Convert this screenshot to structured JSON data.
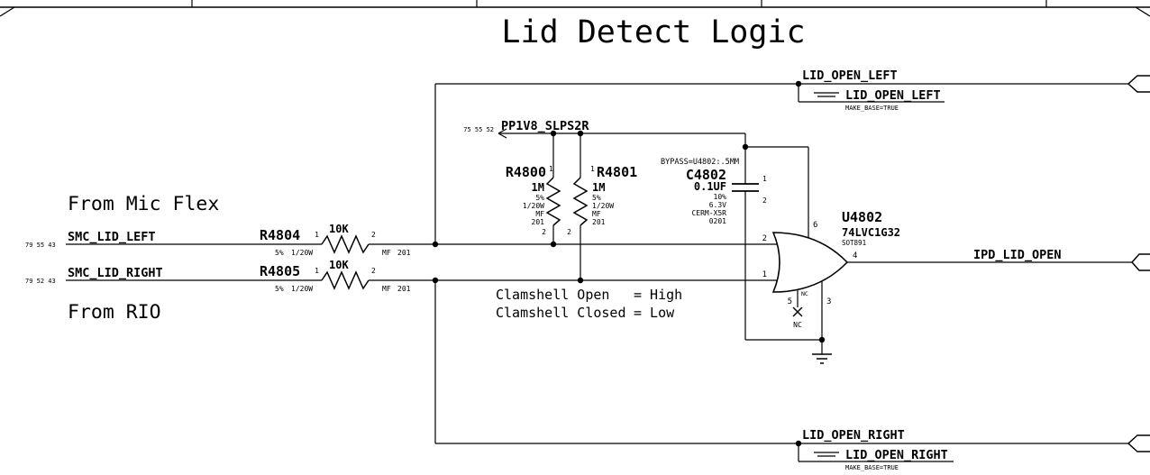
{
  "title": "Lid Detect Logic",
  "colors": {
    "ink": "#000000",
    "background": "#ffffff"
  },
  "nets": {
    "pp1v8_slps2r": {
      "name": "PP1V8_SLPS2R",
      "page_refs": "75 55 52"
    },
    "smc_lid_left": {
      "name": "SMC_LID_LEFT",
      "page_refs": "79 55 43"
    },
    "smc_lid_right": {
      "name": "SMC_LID_RIGHT",
      "page_refs": "79 52 43"
    },
    "lid_open_left": {
      "name": "LID_OPEN_LEFT",
      "alias": "LID_OPEN_LEFT",
      "attribute": "MAKE_BASE=TRUE"
    },
    "lid_open_right": {
      "name": "LID_OPEN_RIGHT",
      "alias": "LID_OPEN_RIGHT",
      "attribute": "MAKE_BASE=TRUE"
    },
    "ipd_lid_open": {
      "name": "IPD_LID_OPEN"
    }
  },
  "components": {
    "r4800": {
      "refdes": "R4800",
      "value": "1M",
      "tolerance": "5%",
      "power": "1/20W",
      "type": "MF",
      "package": "201",
      "pins": {
        "p1": "1",
        "p2": "2"
      }
    },
    "r4801": {
      "refdes": "R4801",
      "value": "1M",
      "tolerance": "5%",
      "power": "1/20W",
      "type": "MF",
      "package": "201",
      "pins": {
        "p1": "1",
        "p2": "2"
      }
    },
    "r4804": {
      "refdes": "R4804",
      "value": "10K",
      "tolerance": "5%",
      "power": "1/20W",
      "type": "MF",
      "package": "201",
      "pins": {
        "p1": "1",
        "p2": "2"
      }
    },
    "r4805": {
      "refdes": "R4805",
      "value": "10K",
      "tolerance": "5%",
      "power": "1/20W",
      "type": "MF",
      "package": "201",
      "pins": {
        "p1": "1",
        "p2": "2"
      }
    },
    "c4802": {
      "refdes": "C4802",
      "value": "0.1UF",
      "tolerance": "10%",
      "voltage": "6.3V",
      "dielectric": "CERM-X5R",
      "package": "0201",
      "note": "BYPASS=U4802:.5MM",
      "pins": {
        "p1": "1",
        "p2": "2"
      }
    },
    "u4802": {
      "refdes": "U4802",
      "part": "74LVC1G32",
      "package": "SOT891",
      "pins": {
        "in_top": "2",
        "in_bottom": "1",
        "output": "4",
        "vcc": "6",
        "nc": "5",
        "gnd": "3"
      },
      "nc_pin_text": "NC",
      "nc_flag_text": "NC"
    }
  },
  "annotations": {
    "from_mic_flex": "From Mic Flex",
    "from_rio": "From RIO",
    "clamshell_open_label": "Clamshell Open",
    "clamshell_open_value": "= High",
    "clamshell_closed_label": "Clamshell Closed",
    "clamshell_closed_value": "= Low"
  }
}
